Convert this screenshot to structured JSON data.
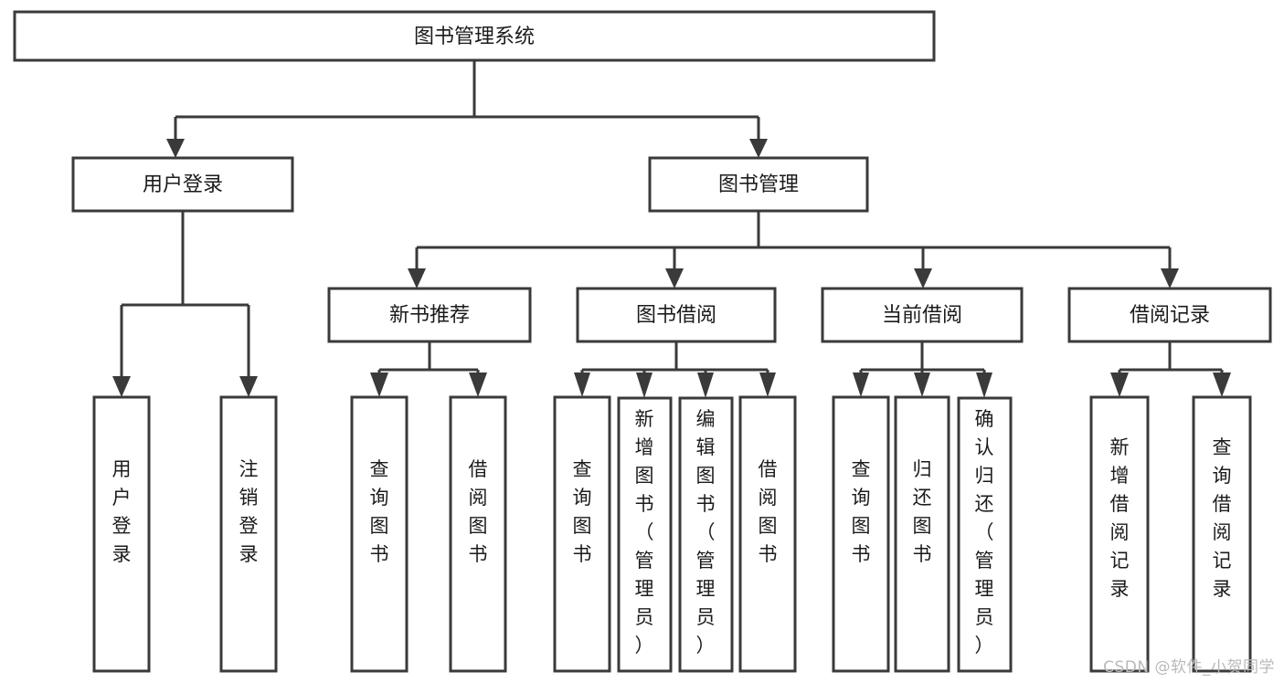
{
  "diagram": {
    "title": "图书管理系统",
    "type": "tree",
    "watermark": "CSDN @软件_小贺同学",
    "colors": {
      "background": "#ffffff",
      "box_fill": "#ffffff",
      "box_stroke": "#3a3a3a",
      "text": "#1b1b1b",
      "watermark": "#b9b9b9"
    },
    "levels": {
      "root": [
        "图书管理系统"
      ],
      "level2": [
        "用户登录",
        "图书管理"
      ],
      "level3": [
        "新书推荐",
        "图书借阅",
        "当前借阅",
        "借阅记录"
      ],
      "leaves": [
        "用户登录",
        "注销登录",
        "查询图书",
        "借阅图书",
        "查询图书",
        "新增图书（管理员）",
        "编辑图书（管理员）",
        "借阅图书",
        "查询图书",
        "归还图书",
        "确认归还（管理员）",
        "新增借阅记录",
        "查询借阅记录"
      ]
    },
    "nodes": {
      "root": {
        "label": "图书管理系统"
      },
      "user_login": {
        "label": "用户登录"
      },
      "book_manage": {
        "label": "图书管理"
      },
      "new_book_rec": {
        "label": "新书推荐"
      },
      "book_borrow": {
        "label": "图书借阅"
      },
      "current_borrow": {
        "label": "当前借阅"
      },
      "borrow_record": {
        "label": "借阅记录"
      },
      "leaf_user_login": {
        "label": "用户登录"
      },
      "leaf_logout": {
        "label": "注销登录"
      },
      "leaf_query_book_a": {
        "label": "查询图书"
      },
      "leaf_borrow_book_a": {
        "label": "借阅图书"
      },
      "leaf_query_book_b": {
        "label": "查询图书"
      },
      "leaf_add_book": {
        "label": "新增图书（管理员）"
      },
      "leaf_edit_book": {
        "label": "编辑图书（管理员）"
      },
      "leaf_borrow_book_b": {
        "label": "借阅图书"
      },
      "leaf_query_book_c": {
        "label": "查询图书"
      },
      "leaf_return_book": {
        "label": "归还图书"
      },
      "leaf_confirm_return": {
        "label": "确认归还（管理员）"
      },
      "leaf_add_record": {
        "label": "新增借阅记录"
      },
      "leaf_query_record": {
        "label": "查询借阅记录"
      }
    }
  }
}
